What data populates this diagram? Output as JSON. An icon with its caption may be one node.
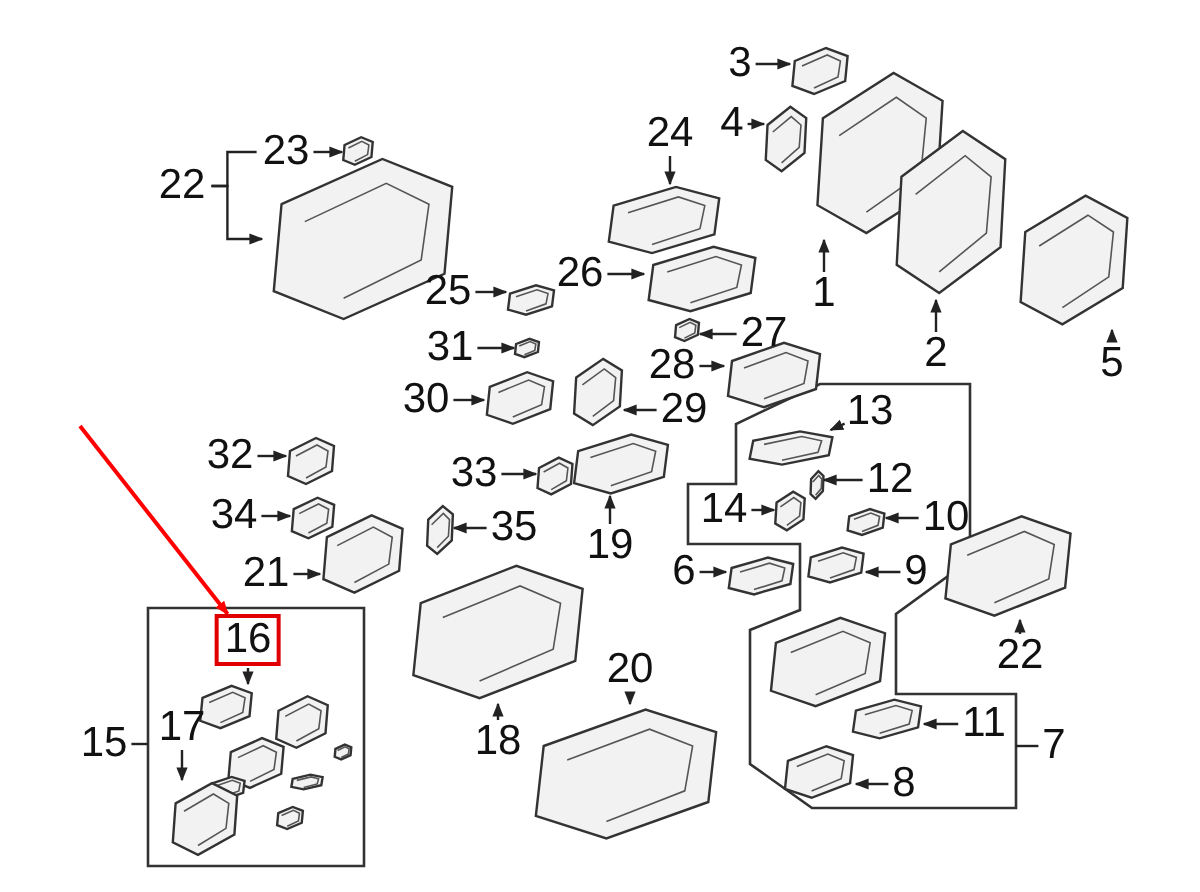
{
  "diagram": {
    "nodes": [
      {
        "text": [
          "3"
        ]
      },
      {
        "text": [],
        "shape": "picture"
      },
      {
        "text": [
          "4"
        ]
      },
      {
        "text": [],
        "shape": "picture"
      },
      {
        "text": [
          "24"
        ]
      },
      {
        "text": [],
        "shape": "picture"
      },
      {
        "text": [
          "1"
        ]
      },
      {
        "text": [],
        "shape": "picture"
      },
      {
        "text": [
          "2"
        ]
      },
      {
        "text": [],
        "shape": "picture"
      },
      {
        "text": [
          "5"
        ]
      },
      {
        "text": [],
        "shape": "picture"
      },
      {
        "text": [
          "22"
        ]
      },
      {
        "text": [
          "23"
        ]
      },
      {
        "text": [],
        "shape": "picture"
      },
      {
        "text": [],
        "shape": "picture"
      },
      {
        "text": [
          "25"
        ]
      },
      {
        "text": [],
        "shape": "picture"
      },
      {
        "text": [
          "26"
        ]
      },
      {
        "text": [],
        "shape": "picture"
      },
      {
        "text": [
          "27"
        ]
      },
      {
        "text": [],
        "shape": "picture"
      },
      {
        "text": [
          "28"
        ]
      },
      {
        "text": [],
        "shape": "picture"
      },
      {
        "text": [
          "31"
        ]
      },
      {
        "text": [],
        "shape": "picture"
      },
      {
        "text": [
          "30"
        ]
      },
      {
        "text": [],
        "shape": "picture"
      },
      {
        "text": [
          "29"
        ]
      },
      {
        "text": [],
        "shape": "picture"
      },
      {
        "text": [
          "19"
        ]
      },
      {
        "text": [],
        "shape": "picture"
      },
      {
        "text": [
          "32"
        ]
      },
      {
        "text": [],
        "shape": "picture"
      },
      {
        "text": [
          "33"
        ]
      },
      {
        "text": [],
        "shape": "picture"
      },
      {
        "text": [
          "34"
        ]
      },
      {
        "text": [],
        "shape": "picture"
      },
      {
        "text": [
          "35"
        ]
      },
      {
        "text": [],
        "shape": "picture"
      },
      {
        "text": [
          "21"
        ]
      },
      {
        "text": [],
        "shape": "picture"
      },
      {
        "text": [],
        "shape": "box"
      },
      {
        "text": [
          "13"
        ],
        "in": 42
      },
      {
        "text": [],
        "shape": "picture",
        "in": 42
      },
      {
        "text": [
          "12"
        ],
        "in": 42
      },
      {
        "text": [],
        "shape": "picture",
        "in": 42
      },
      {
        "text": [
          "14"
        ],
        "in": 42
      },
      {
        "text": [],
        "shape": "picture",
        "in": 42
      },
      {
        "text": [
          "10"
        ],
        "in": 42
      },
      {
        "text": [],
        "shape": "picture",
        "in": 42
      },
      {
        "text": [
          "9"
        ],
        "in": 42
      },
      {
        "text": [],
        "shape": "picture",
        "in": 42
      },
      {
        "text": [
          "6"
        ]
      },
      {
        "text": [],
        "shape": "picture"
      },
      {
        "text": [
          "11"
        ],
        "in": 42
      },
      {
        "text": [],
        "shape": "picture",
        "in": 42
      },
      {
        "text": [
          "8"
        ],
        "in": 42
      },
      {
        "text": [],
        "shape": "picture",
        "in": 42
      },
      {
        "text": [
          "7"
        ]
      },
      {
        "text": [
          "22"
        ]
      },
      {
        "text": [],
        "shape": "picture"
      },
      {
        "text": [
          "18"
        ]
      },
      {
        "text": [],
        "shape": "picture"
      },
      {
        "text": [
          "20"
        ]
      },
      {
        "text": [],
        "shape": "picture"
      },
      {
        "text": [],
        "shape": "box"
      },
      {
        "text": [
          "15"
        ]
      },
      {
        "text": [
          "16"
        ],
        "in": 66
      },
      {
        "text": [],
        "shape": "picture",
        "in": 66
      },
      {
        "text": [
          "17"
        ],
        "in": 66
      },
      {
        "text": [],
        "shape": "picture",
        "in": 66
      }
    ],
    "edges": [
      {
        "from": 0,
        "to": 1,
        "arrow": "to"
      },
      {
        "from": 2,
        "to": 3,
        "arrow": "to"
      },
      {
        "from": 4,
        "to": 5,
        "arrow": "to"
      },
      {
        "from": 6,
        "to": 7,
        "arrow": "to"
      },
      {
        "from": 8,
        "to": 9,
        "arrow": "to"
      },
      {
        "from": 10,
        "to": 11,
        "arrow": "to"
      },
      {
        "from": 12,
        "to": 13,
        "arrow": "none"
      },
      {
        "from": 12,
        "to": 15,
        "arrow": "to"
      },
      {
        "from": 13,
        "to": 14,
        "arrow": "to"
      },
      {
        "from": 16,
        "to": 17,
        "arrow": "to"
      },
      {
        "from": 18,
        "to": 19,
        "arrow": "to"
      },
      {
        "from": 20,
        "to": 21,
        "arrow": "to"
      },
      {
        "from": 22,
        "to": 23,
        "arrow": "to"
      },
      {
        "from": 24,
        "to": 25,
        "arrow": "to"
      },
      {
        "from": 26,
        "to": 27,
        "arrow": "to"
      },
      {
        "from": 28,
        "to": 29,
        "arrow": "to"
      },
      {
        "from": 30,
        "to": 31,
        "arrow": "to"
      },
      {
        "from": 32,
        "to": 33,
        "arrow": "to"
      },
      {
        "from": 34,
        "to": 35,
        "arrow": "to"
      },
      {
        "from": 36,
        "to": 37,
        "arrow": "to"
      },
      {
        "from": 38,
        "to": 39,
        "arrow": "to"
      },
      {
        "from": 40,
        "to": 41,
        "arrow": "to"
      },
      {
        "from": 43,
        "to": 44,
        "arrow": "to"
      },
      {
        "from": 45,
        "to": 46,
        "arrow": "to"
      },
      {
        "from": 47,
        "to": 48,
        "arrow": "to"
      },
      {
        "from": 49,
        "to": 50,
        "arrow": "to"
      },
      {
        "from": 51,
        "to": 52,
        "arrow": "to"
      },
      {
        "from": 53,
        "to": 54,
        "arrow": "to"
      },
      {
        "from": 55,
        "to": 56,
        "arrow": "to"
      },
      {
        "from": 57,
        "to": 58,
        "arrow": "to"
      },
      {
        "from": 59,
        "to": 42,
        "arrow": "none"
      },
      {
        "from": 60,
        "to": 61,
        "arrow": "to"
      },
      {
        "from": 62,
        "to": 63,
        "arrow": "to"
      },
      {
        "from": 64,
        "to": 65,
        "arrow": "to"
      },
      {
        "from": 67,
        "to": 66,
        "arrow": "none"
      },
      {
        "from": 68,
        "to": 69,
        "arrow": "to"
      },
      {
        "from": 70,
        "to": 71,
        "arrow": "to"
      },
      {
        "from": null,
        "to": 68,
        "arrow": "to",
        "color": "#ff0000"
      }
    ]
  }
}
